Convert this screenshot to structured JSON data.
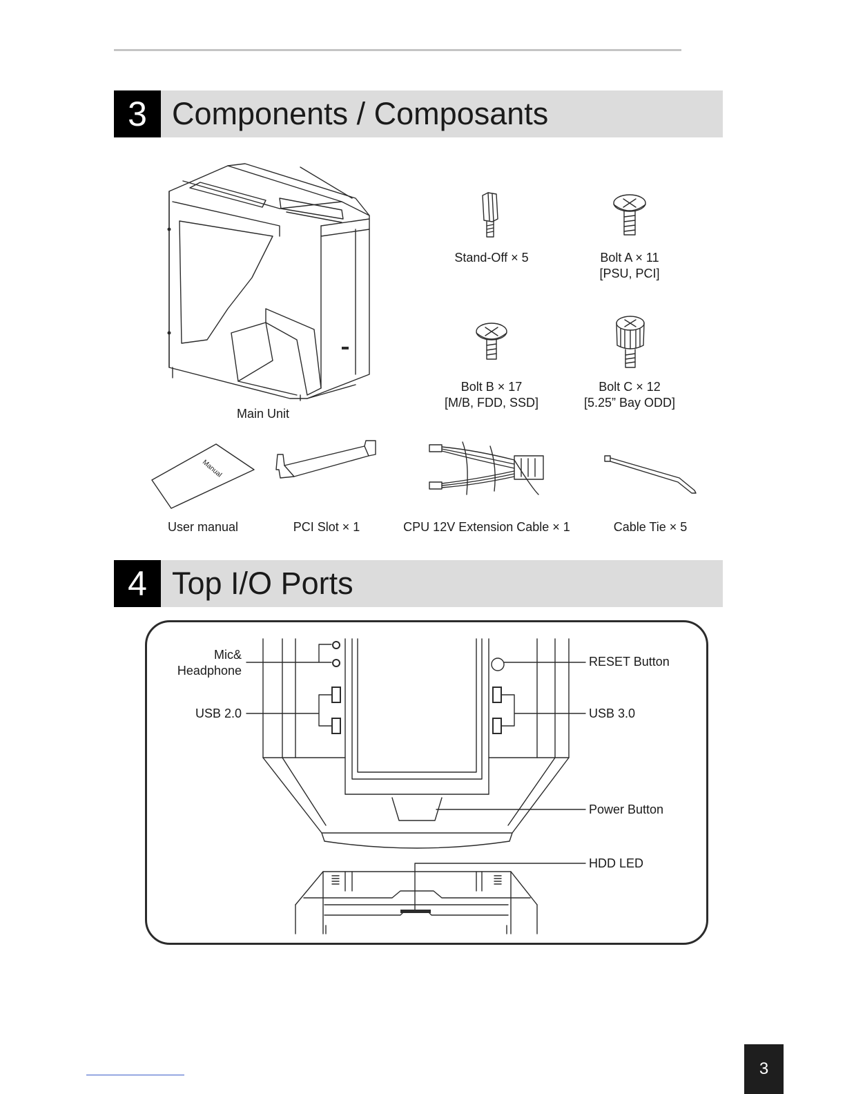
{
  "section3": {
    "number": "3",
    "title": "Components / Composants"
  },
  "components": {
    "main_unit": "Main Unit",
    "standoff": "Stand-Off × 5",
    "bolt_a": {
      "name": "Bolt A × 11",
      "use": "[PSU, PCI]"
    },
    "bolt_b": {
      "name": "Bolt B × 17",
      "use": "[M/B, FDD, SSD]"
    },
    "bolt_c": {
      "name": "Bolt C × 12",
      "use": "[5.25” Bay ODD]"
    },
    "user_manual": "User manual",
    "manual_cover_text": "Manual",
    "pci_slot": "PCI Slot × 1",
    "cpu_cable": "CPU 12V Extension Cable × 1",
    "cable_tie": "Cable Tie × 5"
  },
  "section4": {
    "number": "4",
    "title": "Top I/O Ports"
  },
  "io_ports": {
    "mic_line1": "Mic&",
    "mic_line2": "Headphone",
    "usb2": "USB 2.0",
    "reset": "RESET Button",
    "usb3": "USB 3.0",
    "power": "Power Button",
    "hdd": "HDD LED"
  },
  "page_number": "3"
}
